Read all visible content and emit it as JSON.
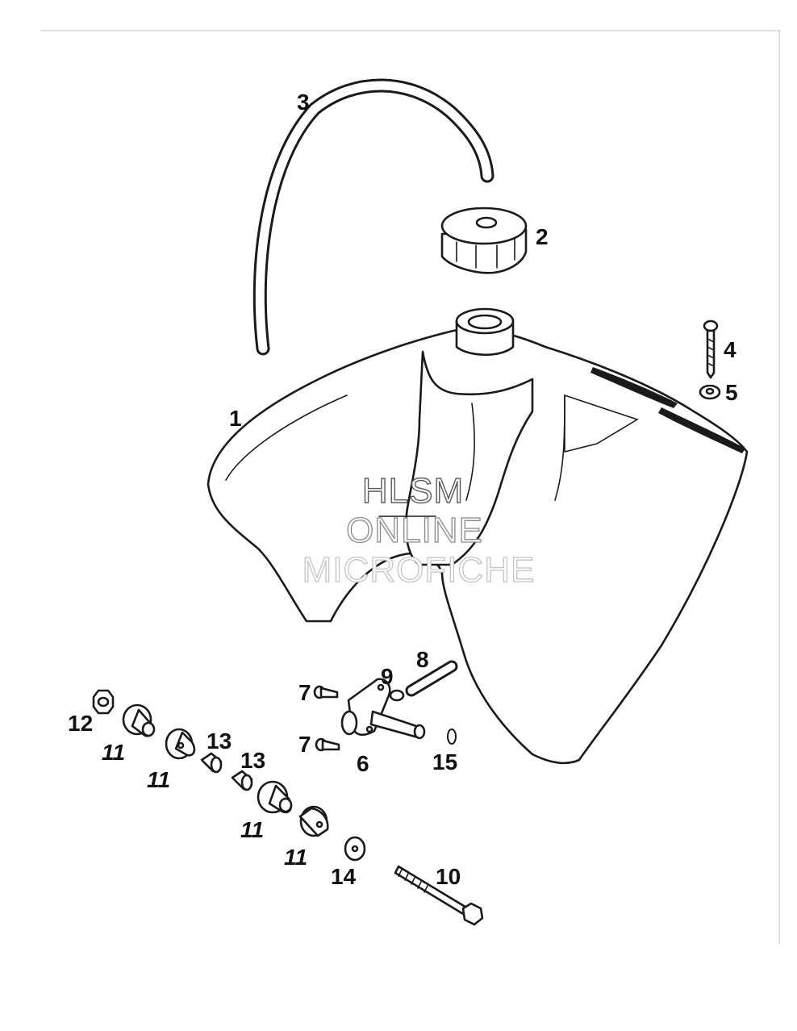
{
  "watermark": {
    "line1": "HLSM",
    "line2": "ONLINE",
    "line3": "MICROFICHE"
  },
  "callouts": {
    "tank": "1",
    "cap": "2",
    "hose": "3",
    "screw": "4",
    "washer_small": "5",
    "fuel_tap": "6",
    "tap_screw_upper": "7",
    "tap_screw_lower": "7",
    "fuel_line": "8",
    "hose_clip": "9",
    "bolt": "10",
    "grommet_a": "11",
    "grommet_b": "11",
    "grommet_c": "11",
    "grommet_d": "11",
    "nut": "12",
    "sleeve_a": "13",
    "sleeve_b": "13",
    "washer": "14",
    "o_ring": "15"
  },
  "colors": {
    "line": "#1a1a1a",
    "background": "#ffffff",
    "frame": "#d6d6d6"
  }
}
